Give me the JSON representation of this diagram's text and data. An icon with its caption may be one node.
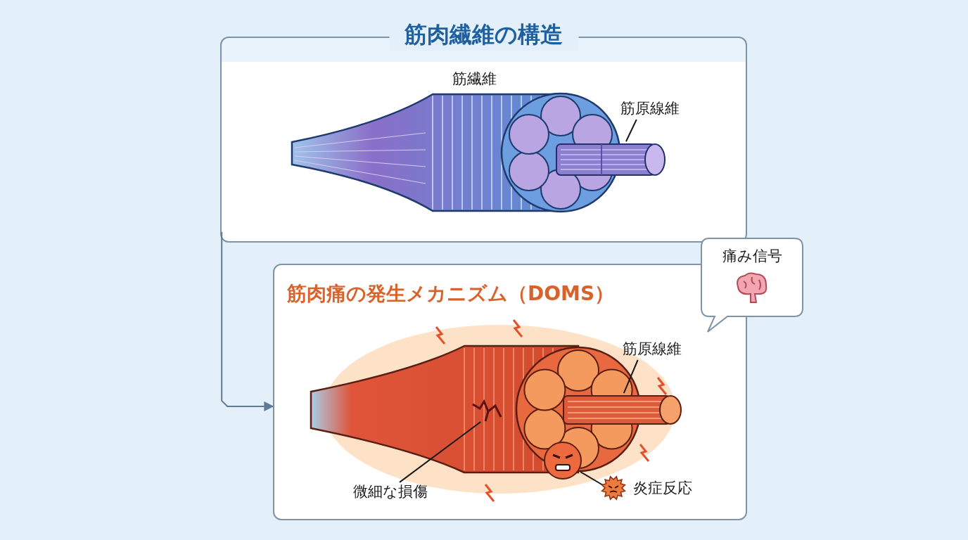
{
  "diagram": {
    "nodes": [
      {
        "text": [
          "筋肉繊維の構造"
        ]
      },
      {
        "text": [
          "筋肉痛の発生メカニズム（DOMS）"
        ]
      },
      {
        "text": [
          "痛み信号"
        ]
      },
      {
        "text": [
          "筋原線維"
        ],
        "in": 0
      },
      {
        "text": [],
        "shape": "picture",
        "in": 0
      },
      {
        "text": [
          "筋原線維"
        ],
        "in": 1
      },
      {
        "text": [],
        "shape": "picture",
        "in": 1
      },
      {
        "text": [
          "微細な損傷"
        ],
        "in": 1
      },
      {
        "text": [],
        "shape": "picture",
        "in": 1
      },
      {
        "text": [
          "炎症反応"
        ],
        "in": 1
      },
      {
        "text": [],
        "shape": "picture",
        "in": 1
      }
    ],
    "edges": [
      {
        "from": 0,
        "to": 1,
        "arrow": "to",
        "color": "#5f7a93"
      },
      {
        "from": 3,
        "to": 4,
        "arrow": "none"
      },
      {
        "from": 5,
        "to": 6,
        "arrow": "none"
      },
      {
        "from": 7,
        "to": 8,
        "arrow": "none"
      },
      {
        "from": 9,
        "to": 10,
        "arrow": "none"
      }
    ],
    "labels": [
      "筋繊維"
    ]
  }
}
